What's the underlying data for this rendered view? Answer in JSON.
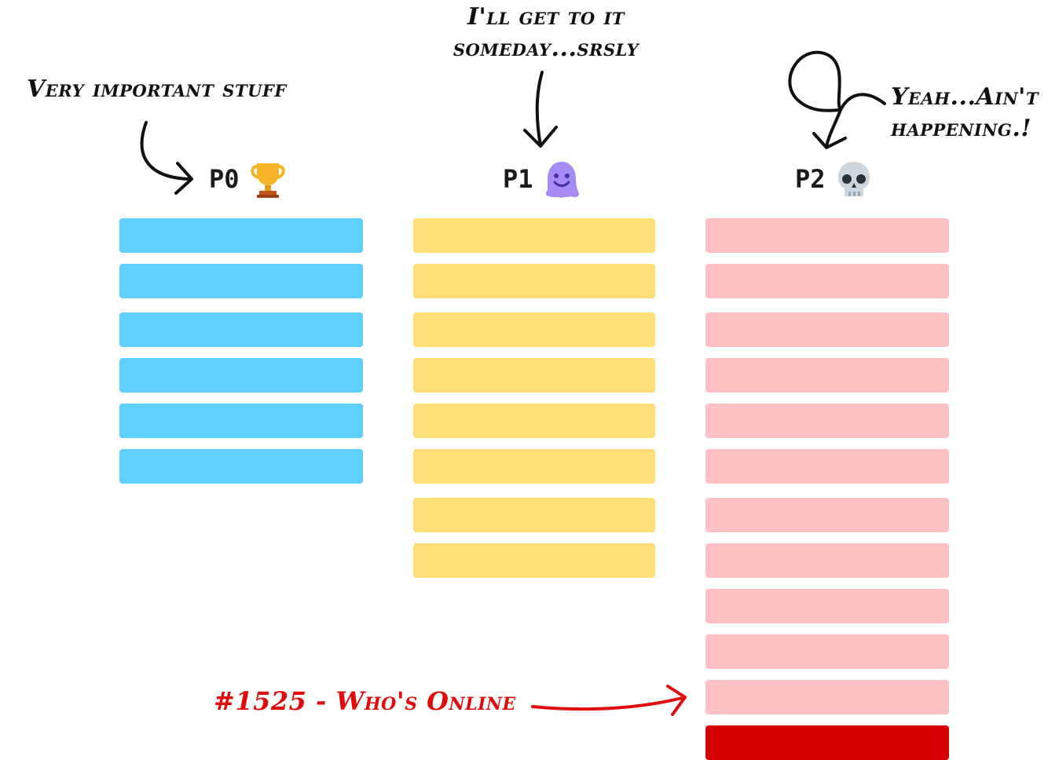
{
  "annotations": {
    "p0_note": "Very important stuff",
    "p1_note_line1": "I'll get to it",
    "p1_note_line2": "someday...srsly",
    "p2_note_line1": "Yeah...Ain't",
    "p2_note_line2": "happening.!",
    "callout": "#1525 - Who's Online"
  },
  "columns": [
    {
      "label": "P0",
      "icon": "trophy-icon",
      "color": "#5ecffe",
      "card_count": 6
    },
    {
      "label": "P1",
      "icon": "melting-face-icon",
      "color": "#ffde78",
      "card_count": 8
    },
    {
      "label": "P2",
      "icon": "skull-icon",
      "color": "#ffc0c3",
      "card_count": 11,
      "highlight_color": "#d60003"
    }
  ],
  "colors": {
    "annotation": "#111111",
    "callout": "#e00b0b"
  }
}
